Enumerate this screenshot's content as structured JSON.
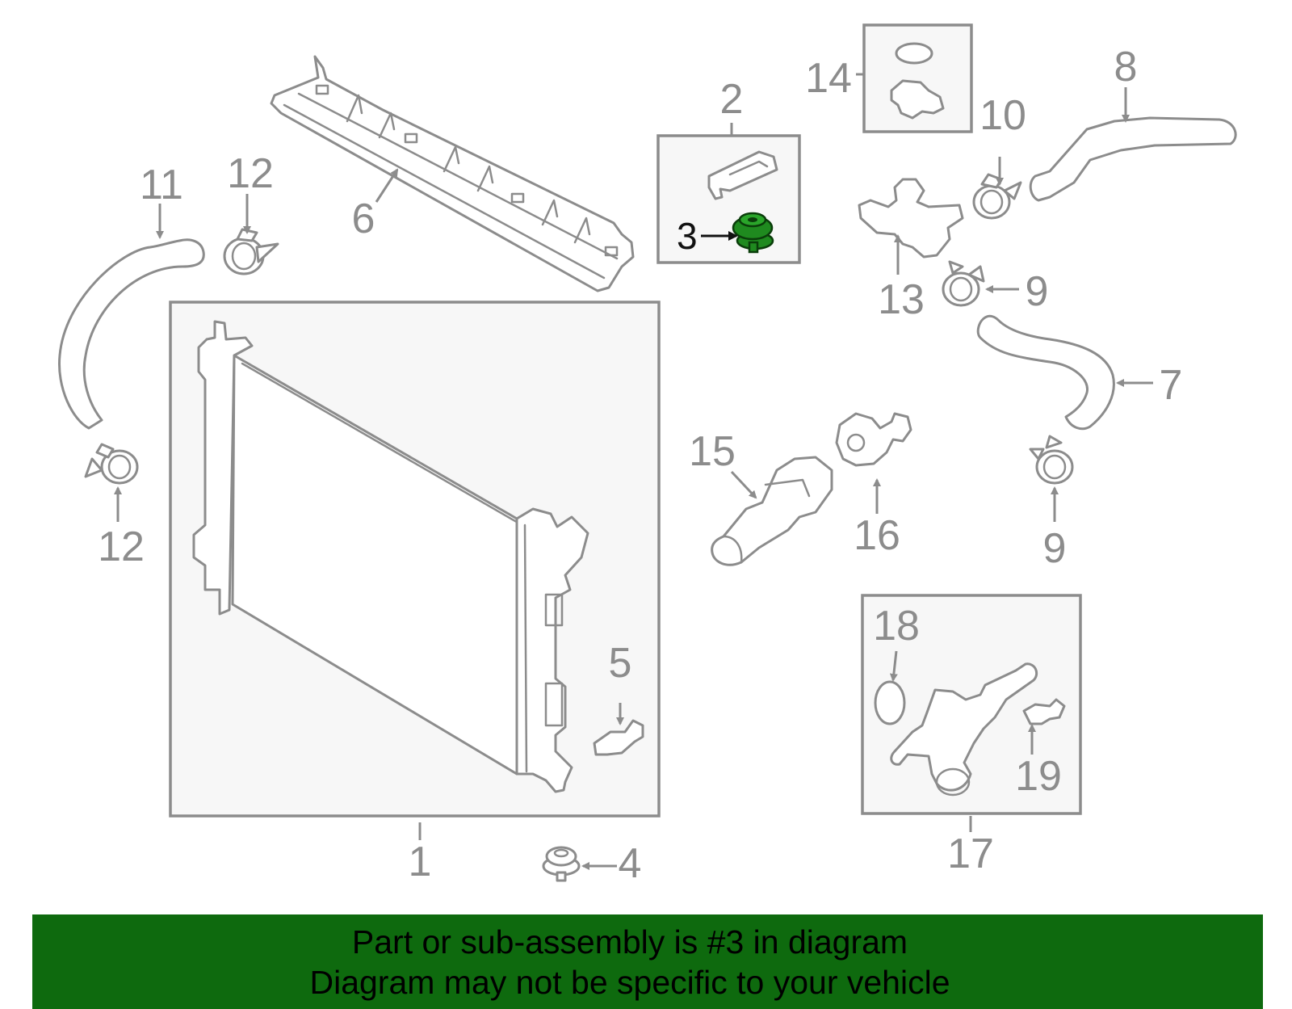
{
  "callouts": {
    "c1": "1",
    "c2": "2",
    "c3": "3",
    "c4": "4",
    "c5": "5",
    "c6": "6",
    "c7": "7",
    "c8": "8",
    "c9a": "9",
    "c9b": "9",
    "c10": "10",
    "c11": "11",
    "c12a": "12",
    "c12b": "12",
    "c13": "13",
    "c14": "14",
    "c15": "15",
    "c16": "16",
    "c17": "17",
    "c18": "18",
    "c19": "19"
  },
  "highlight": {
    "part": "3",
    "color": "#1f8a1f"
  },
  "banner": {
    "line1": "Part or sub-assembly is #3 in diagram",
    "line2": "Diagram may not be specific to your vehicle",
    "background": "#0e6a0e"
  }
}
